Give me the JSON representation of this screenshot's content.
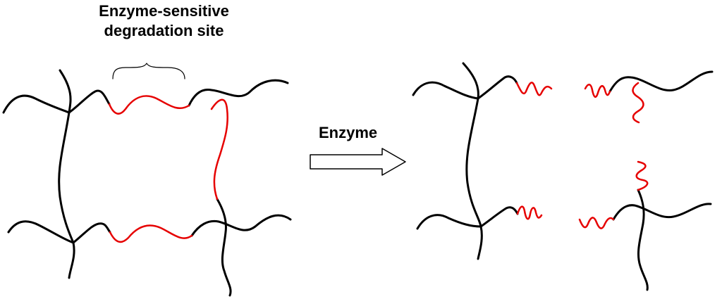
{
  "labels": {
    "degradation_site_line1": "Enzyme-sensitive",
    "degradation_site_line2": "degradation site",
    "reaction_agent": "Enzyme"
  },
  "colors": {
    "polymer_chain": "#000000",
    "degradable_linker": "#e60000",
    "arrow_fill": "#ffffff",
    "arrow_stroke": "#000000",
    "text": "#000000"
  },
  "states": {
    "before": "intact crosslinked network",
    "after": "degraded network with cleaved linkers"
  }
}
